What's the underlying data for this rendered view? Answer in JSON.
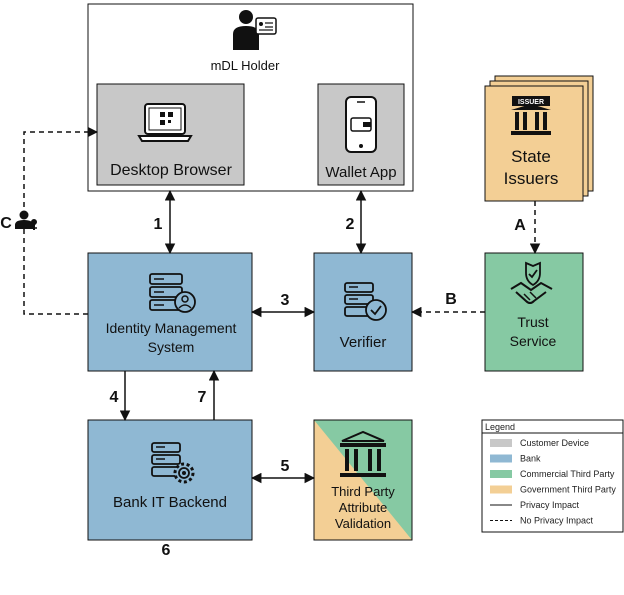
{
  "colors": {
    "customer_device": "#c8c8c8",
    "bank": "#8fb8d3",
    "commercial_third_party": "#86c9a3",
    "government_third_party": "#f3cf95",
    "stroke": "#111111"
  },
  "holder": {
    "label": "mDL Holder",
    "icon": "user-id-card-icon"
  },
  "desktop": {
    "label": "Desktop Browser",
    "icon": "laptop-qr-icon"
  },
  "wallet": {
    "label": "Wallet App",
    "icon": "smartphone-wallet-icon"
  },
  "issuers": {
    "line1": "State",
    "line2": "Issuers",
    "badge": "ISSUER",
    "icon": "bank-building-icon"
  },
  "trust": {
    "line1": "Trust",
    "line2": "Service",
    "icon": "handshake-shield-icon"
  },
  "ims": {
    "line1": "Identity Management",
    "line2": "System",
    "icon": "server-user-icon"
  },
  "verifier": {
    "label": "Verifier",
    "icon": "server-check-icon"
  },
  "backend": {
    "label": "Bank IT Backend",
    "icon": "server-gear-icon"
  },
  "tpav": {
    "line1": "Third Party",
    "line2": "Attribute",
    "line3": "Validation",
    "icon": "bank-building-icon"
  },
  "steps": {
    "s1": "1",
    "s2": "2",
    "s3": "3",
    "s4": "4",
    "s5": "5",
    "s6": "6",
    "s7": "7",
    "a": "A",
    "b": "B",
    "c": "C"
  },
  "legend": {
    "title": "Legend",
    "items": [
      {
        "label": "Customer Device",
        "kind": "swatch",
        "color": "#c8c8c8"
      },
      {
        "label": "Bank",
        "kind": "swatch",
        "color": "#8fb8d3"
      },
      {
        "label": "Commercial Third Party",
        "kind": "swatch",
        "color": "#86c9a3"
      },
      {
        "label": "Government Third Party",
        "kind": "swatch",
        "color": "#f3cf95"
      },
      {
        "label": "Privacy Impact",
        "kind": "solid"
      },
      {
        "label": "No Privacy Impact",
        "kind": "dashed"
      }
    ]
  }
}
